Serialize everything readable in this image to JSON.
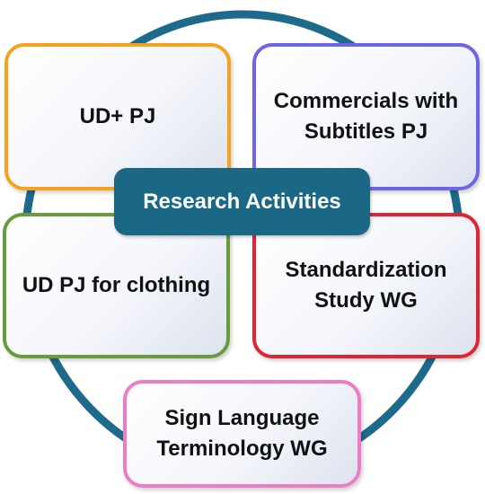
{
  "center": {
    "label": "Research Activities"
  },
  "ring": {
    "color": "#1e6a8c"
  },
  "boxes": [
    {
      "label": "UD+ PJ",
      "color": "#f6a21c"
    },
    {
      "label": "Commercials with\nSubtitles PJ",
      "color": "#6e64e6"
    },
    {
      "label": "UD PJ for clothing",
      "color": "#6a9a3c"
    },
    {
      "label": "Standardization\nStudy WG",
      "color": "#e32232"
    },
    {
      "label": "Sign Language\nTerminology  WG",
      "color": "#ee7bc6"
    }
  ]
}
